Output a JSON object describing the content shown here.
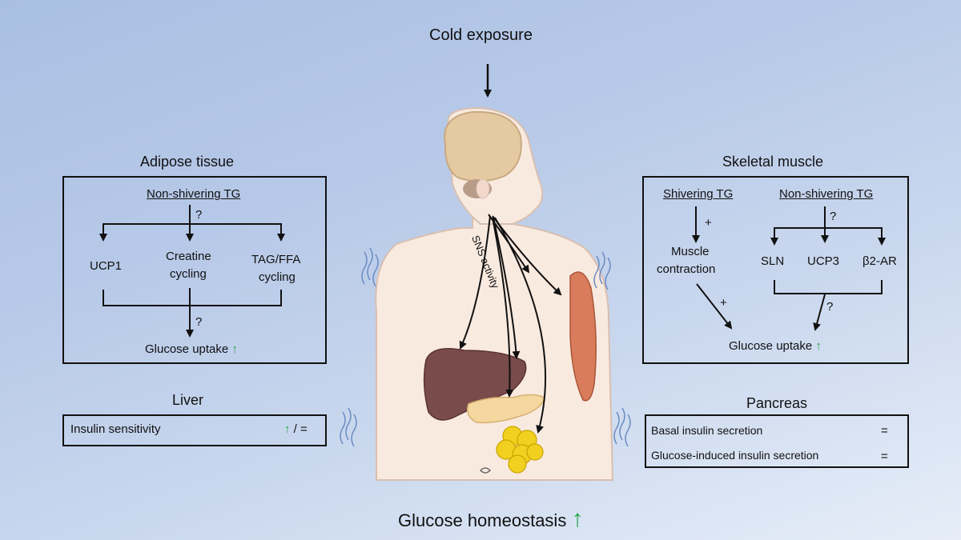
{
  "header": {
    "title": "Cold exposure"
  },
  "footer": {
    "label": "Glucose homeostasis",
    "arrow": "↑",
    "arrow_color": "#2aa84a"
  },
  "center": {
    "sns_label": "SNS activity"
  },
  "adipose": {
    "title": "Adipose tissue",
    "node_top": "Non-shivering TG",
    "q1": "?",
    "items": [
      "UCP1",
      "Creatine",
      "cycling",
      "TAG/FFA",
      "cycling"
    ],
    "q2": "?",
    "result": "Glucose uptake",
    "arrow": "↑"
  },
  "liver": {
    "title": "Liver",
    "row_label": "Insulin sensitivity",
    "arrow": "↑",
    "suffix": "/ ="
  },
  "muscle": {
    "title": "Skeletal muscle",
    "left_head": "Shivering TG",
    "right_head": "Non-shivering TG",
    "plus1": "+",
    "plus2": "+",
    "q1": "?",
    "q2": "?",
    "contraction": [
      "Muscle",
      "contraction"
    ],
    "items": [
      "SLN",
      "UCP3",
      "β2-AR"
    ],
    "result": "Glucose uptake",
    "arrow": "↑"
  },
  "pancreas": {
    "title": "Pancreas",
    "rows": [
      {
        "label": "Basal insulin secretion",
        "value": "="
      },
      {
        "label": "Glucose-induced insulin secretion",
        "value": "="
      }
    ]
  },
  "colors": {
    "liver": "#7a4b4b",
    "muscle": "#d97c5c",
    "brain": "#e5c9a1",
    "skin": "#f9eae0",
    "fat": "#f2d020"
  }
}
